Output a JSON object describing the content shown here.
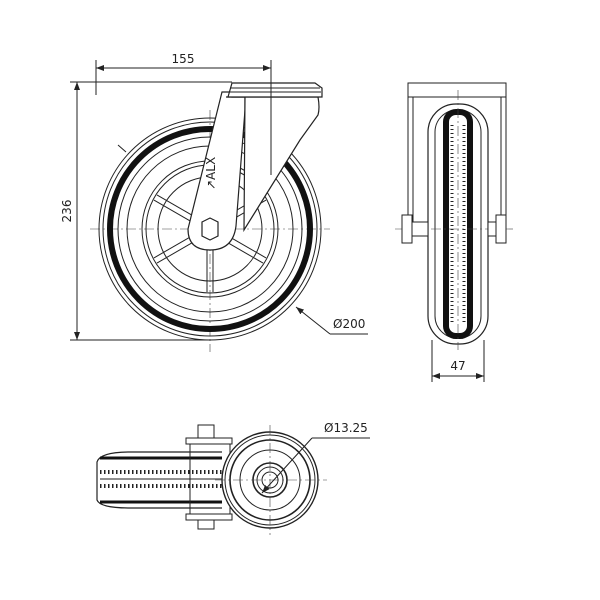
{
  "drawing": {
    "title": "Swivel castor wheel technical drawing",
    "dimensions": {
      "overall_width": "155",
      "overall_height": "236",
      "wheel_diameter": "Ø200",
      "wheel_width": "47",
      "bolt_hole_diameter": "Ø13.25"
    },
    "views": [
      "front-view",
      "side-view",
      "top-view"
    ],
    "colors": {
      "line": "#222222",
      "background": "#ffffff"
    }
  }
}
